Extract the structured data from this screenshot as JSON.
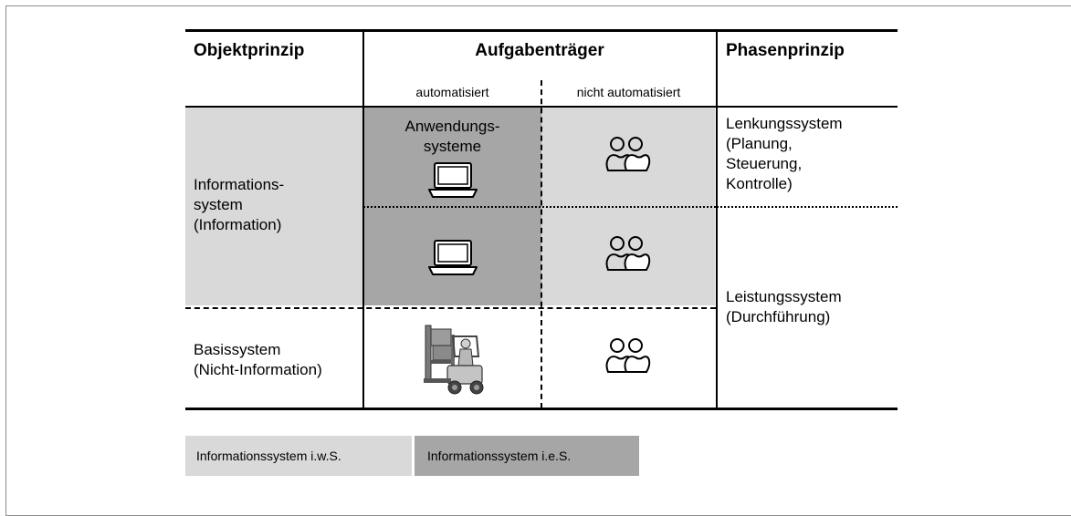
{
  "headers": {
    "objekt": "Objektprinzip",
    "aufgabentraeger": "Aufgabenträger",
    "phasen": "Phasenprinzip",
    "automatisiert": "automatisiert",
    "nicht_automatisiert": "nicht automatisiert"
  },
  "rows": {
    "info_label_1": "Informations-",
    "info_label_2": "system",
    "info_label_3": "(Information)",
    "basis_label_1": "Basissystem",
    "basis_label_2": "(Nicht-Information)",
    "anwendung_1": "Anwendungs-",
    "anwendung_2": "systeme"
  },
  "phases": {
    "lenkung_1": "Lenkungssystem",
    "lenkung_2": "(Planung,",
    "lenkung_3": "Steuerung,",
    "lenkung_4": "Kontrolle)",
    "leistung_1": "Leistungssystem",
    "leistung_2": "(Durchführung)"
  },
  "legend": {
    "iws": "Informationssystem i.w.S.",
    "ies": "Informationssystem i.e.S."
  },
  "colors": {
    "light_grey": "#d9d9d9",
    "dark_grey": "#a6a6a6"
  },
  "icons": [
    "laptop-icon",
    "people-icon",
    "forklift-icon"
  ]
}
